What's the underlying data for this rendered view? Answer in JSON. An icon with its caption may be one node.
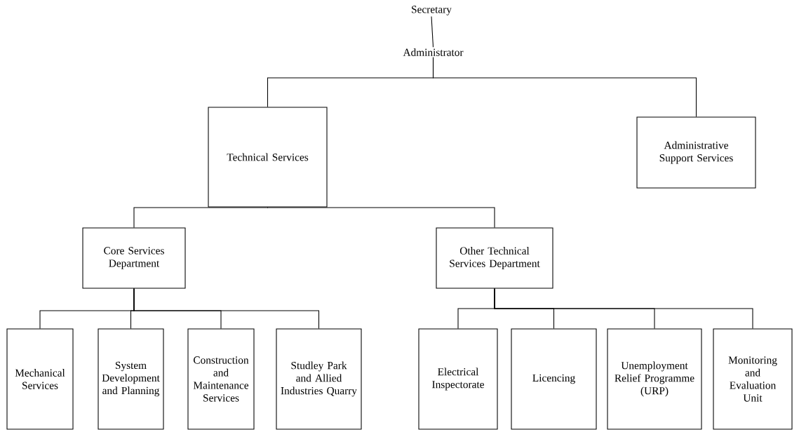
{
  "diagram": {
    "nodes": [
      {
        "text": [
          "Secretary"
        ]
      },
      {
        "text": [
          "Administrator"
        ]
      },
      {
        "text": [
          "Technical Services"
        ]
      },
      {
        "text": [
          "Administrative Support Services"
        ]
      },
      {
        "text": [
          "Core Services Department"
        ]
      },
      {
        "text": [
          "Other Technical Services Department"
        ]
      },
      {
        "text": [
          "Mechanical Services"
        ]
      },
      {
        "text": [
          "System Development and Planning"
        ]
      },
      {
        "text": [
          "Construction and Maintenance Services"
        ]
      },
      {
        "text": [
          "Studley Park and Allied Industries Quarry"
        ]
      },
      {
        "text": [
          "Electrical Inspectorate"
        ]
      },
      {
        "text": [
          "Licencing"
        ]
      },
      {
        "text": [
          "Unemployment Relief Programme (URP)"
        ]
      },
      {
        "text": [
          "Monitoring and Evaluation Unit"
        ]
      }
    ],
    "edges": [
      {
        "from": 0,
        "to": 1,
        "arrow": "none"
      },
      {
        "from": 1,
        "to": 2,
        "arrow": "none"
      },
      {
        "from": 1,
        "to": 3,
        "arrow": "none"
      },
      {
        "from": 2,
        "to": 4,
        "arrow": "none"
      },
      {
        "from": 2,
        "to": 5,
        "arrow": "none"
      },
      {
        "from": 4,
        "to": 6,
        "arrow": "none"
      },
      {
        "from": 4,
        "to": 7,
        "arrow": "none"
      },
      {
        "from": 4,
        "to": 8,
        "arrow": "none"
      },
      {
        "from": 4,
        "to": 9,
        "arrow": "none"
      },
      {
        "from": 5,
        "to": 10,
        "arrow": "none"
      },
      {
        "from": 5,
        "to": 11,
        "arrow": "none"
      },
      {
        "from": 5,
        "to": 12,
        "arrow": "none"
      },
      {
        "from": 5,
        "to": 13,
        "arrow": "none"
      }
    ]
  }
}
